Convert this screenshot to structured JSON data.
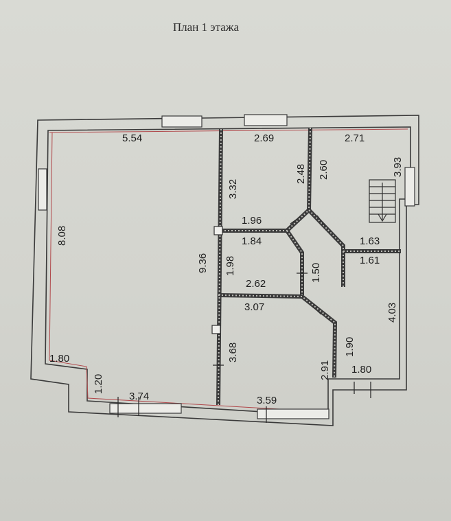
{
  "title": "План 1 этажа",
  "colors": {
    "wall": "#3a3a3a",
    "wall_fill": "#a8a8a4",
    "inner_line": "#b0474a",
    "text": "#1e1e1e"
  },
  "dimensions": {
    "living_top": "5.54",
    "living_side": "8.08",
    "hall_length": "9.36",
    "room2_top": "2.69",
    "room3_top": "2.71",
    "stair_side": "3.93",
    "wall_3_32": "3.32",
    "wall_2_48": "2.48",
    "wall_2_60": "2.60",
    "wall_1_96": "1.96",
    "wall_1_84": "1.84",
    "wall_1_98": "1.98",
    "wall_1_50": "1.50",
    "wall_1_63": "1.63",
    "wall_1_61": "1.61",
    "wall_2_62": "2.62",
    "wall_3_07": "3.07",
    "wall_4_03": "4.03",
    "wall_3_68": "3.68",
    "wall_1_90": "1.90",
    "wall_2_91": "2.91",
    "right_bottom": "1.80",
    "left_bottom": "1.80",
    "notch_side": "1.20",
    "bottom_left": "3.74",
    "bottom_right": "3.59"
  }
}
